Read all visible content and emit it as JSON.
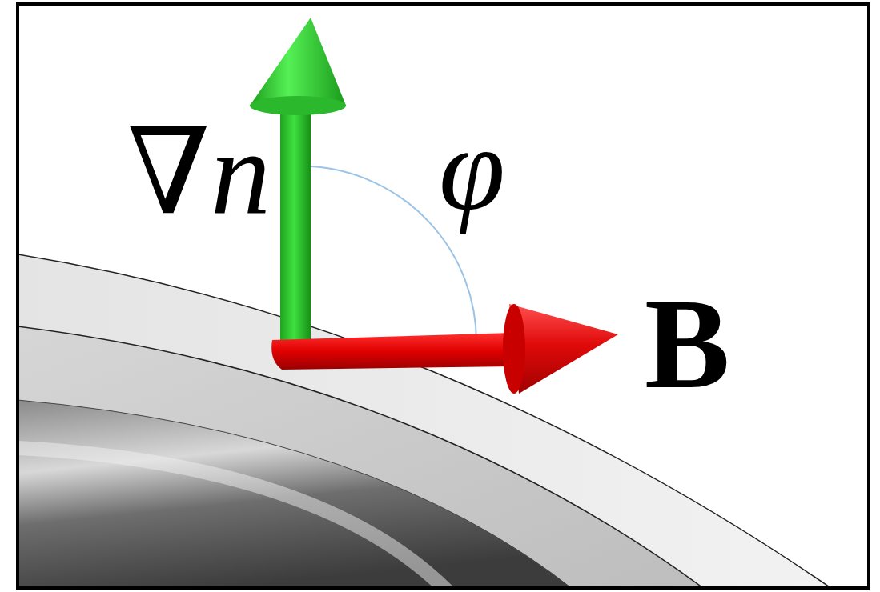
{
  "diagram": {
    "labels": [
      "∇n",
      "φ",
      "B"
    ]
  }
}
